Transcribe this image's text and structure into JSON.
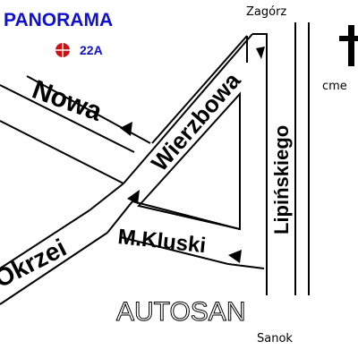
{
  "map": {
    "colors": {
      "panorama_text": "#1010d0",
      "marker_red": "#d01010",
      "road_outline": "#000000",
      "background": "#ffffff"
    },
    "labels": {
      "panorama": "PANORAMA",
      "stop_number": "22A",
      "top_right": "Zagórz",
      "bottom_right": "Sanok",
      "cemetery_partial": "cme",
      "brand_outline": "AUTOSAN"
    },
    "streets": {
      "nowa": "Nowa",
      "wierzbowa": "Wierzbowa",
      "lipinskiego": "Lipińskiego",
      "kluski": "M.Kluski",
      "okrzei": "Okrzei"
    },
    "icons": {
      "stop_marker": "crosshair-circle-icon",
      "cemetery": "cross-icon",
      "direction": "arrowhead-icon"
    }
  }
}
